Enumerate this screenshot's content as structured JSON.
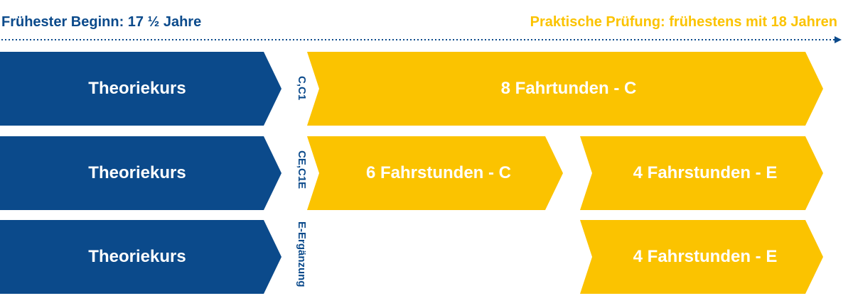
{
  "header": {
    "earliest_start": "Frühester Beginn: 17 ½ Jahre",
    "practical_exam": "Praktische Prüfung: frühestens mit 18 Jahren"
  },
  "rows": [
    {
      "category": "C,C1",
      "theory_label": "Theoriekurs",
      "lessons": [
        "8 Fahrtunden - C"
      ]
    },
    {
      "category": "CE,C1E",
      "theory_label": "Theoriekurs",
      "lessons": [
        "6 Fahrstunden - C",
        "4 Fahrstunden - E"
      ]
    },
    {
      "category": "E-Ergänzung",
      "theory_label": "Theoriekurs",
      "lessons": [
        "4 Fahrstunden - E"
      ]
    }
  ],
  "colors": {
    "blue": "#0b4a8b",
    "yellow": "#fbc300"
  }
}
